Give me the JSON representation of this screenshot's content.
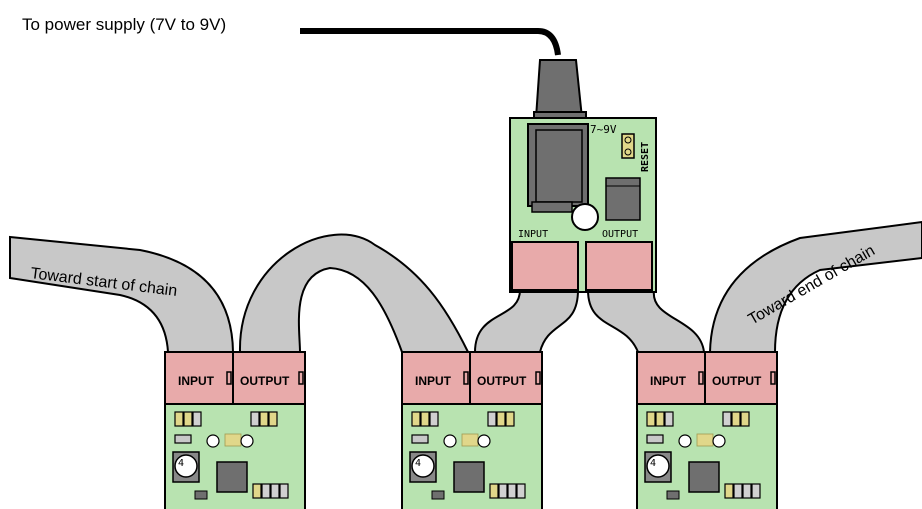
{
  "power_label": "To power supply (7V to 9V)",
  "cable_start_label": "Toward start of chain",
  "cable_end_label": "Toward end of chain",
  "connector_input": "INPUT",
  "connector_output": "OUTPUT",
  "injector": {
    "voltage_label": "7~9V",
    "reset_label": "RESET",
    "input_label": "INPUT",
    "output_label": "OUTPUT"
  },
  "colors": {
    "board_green": "#b8e3b0",
    "connector_pink": "#e8aaaa",
    "cable_gray": "#c8c8c8",
    "component_gray": "#6f6f6f",
    "yellow_led": "#e0d78a"
  }
}
